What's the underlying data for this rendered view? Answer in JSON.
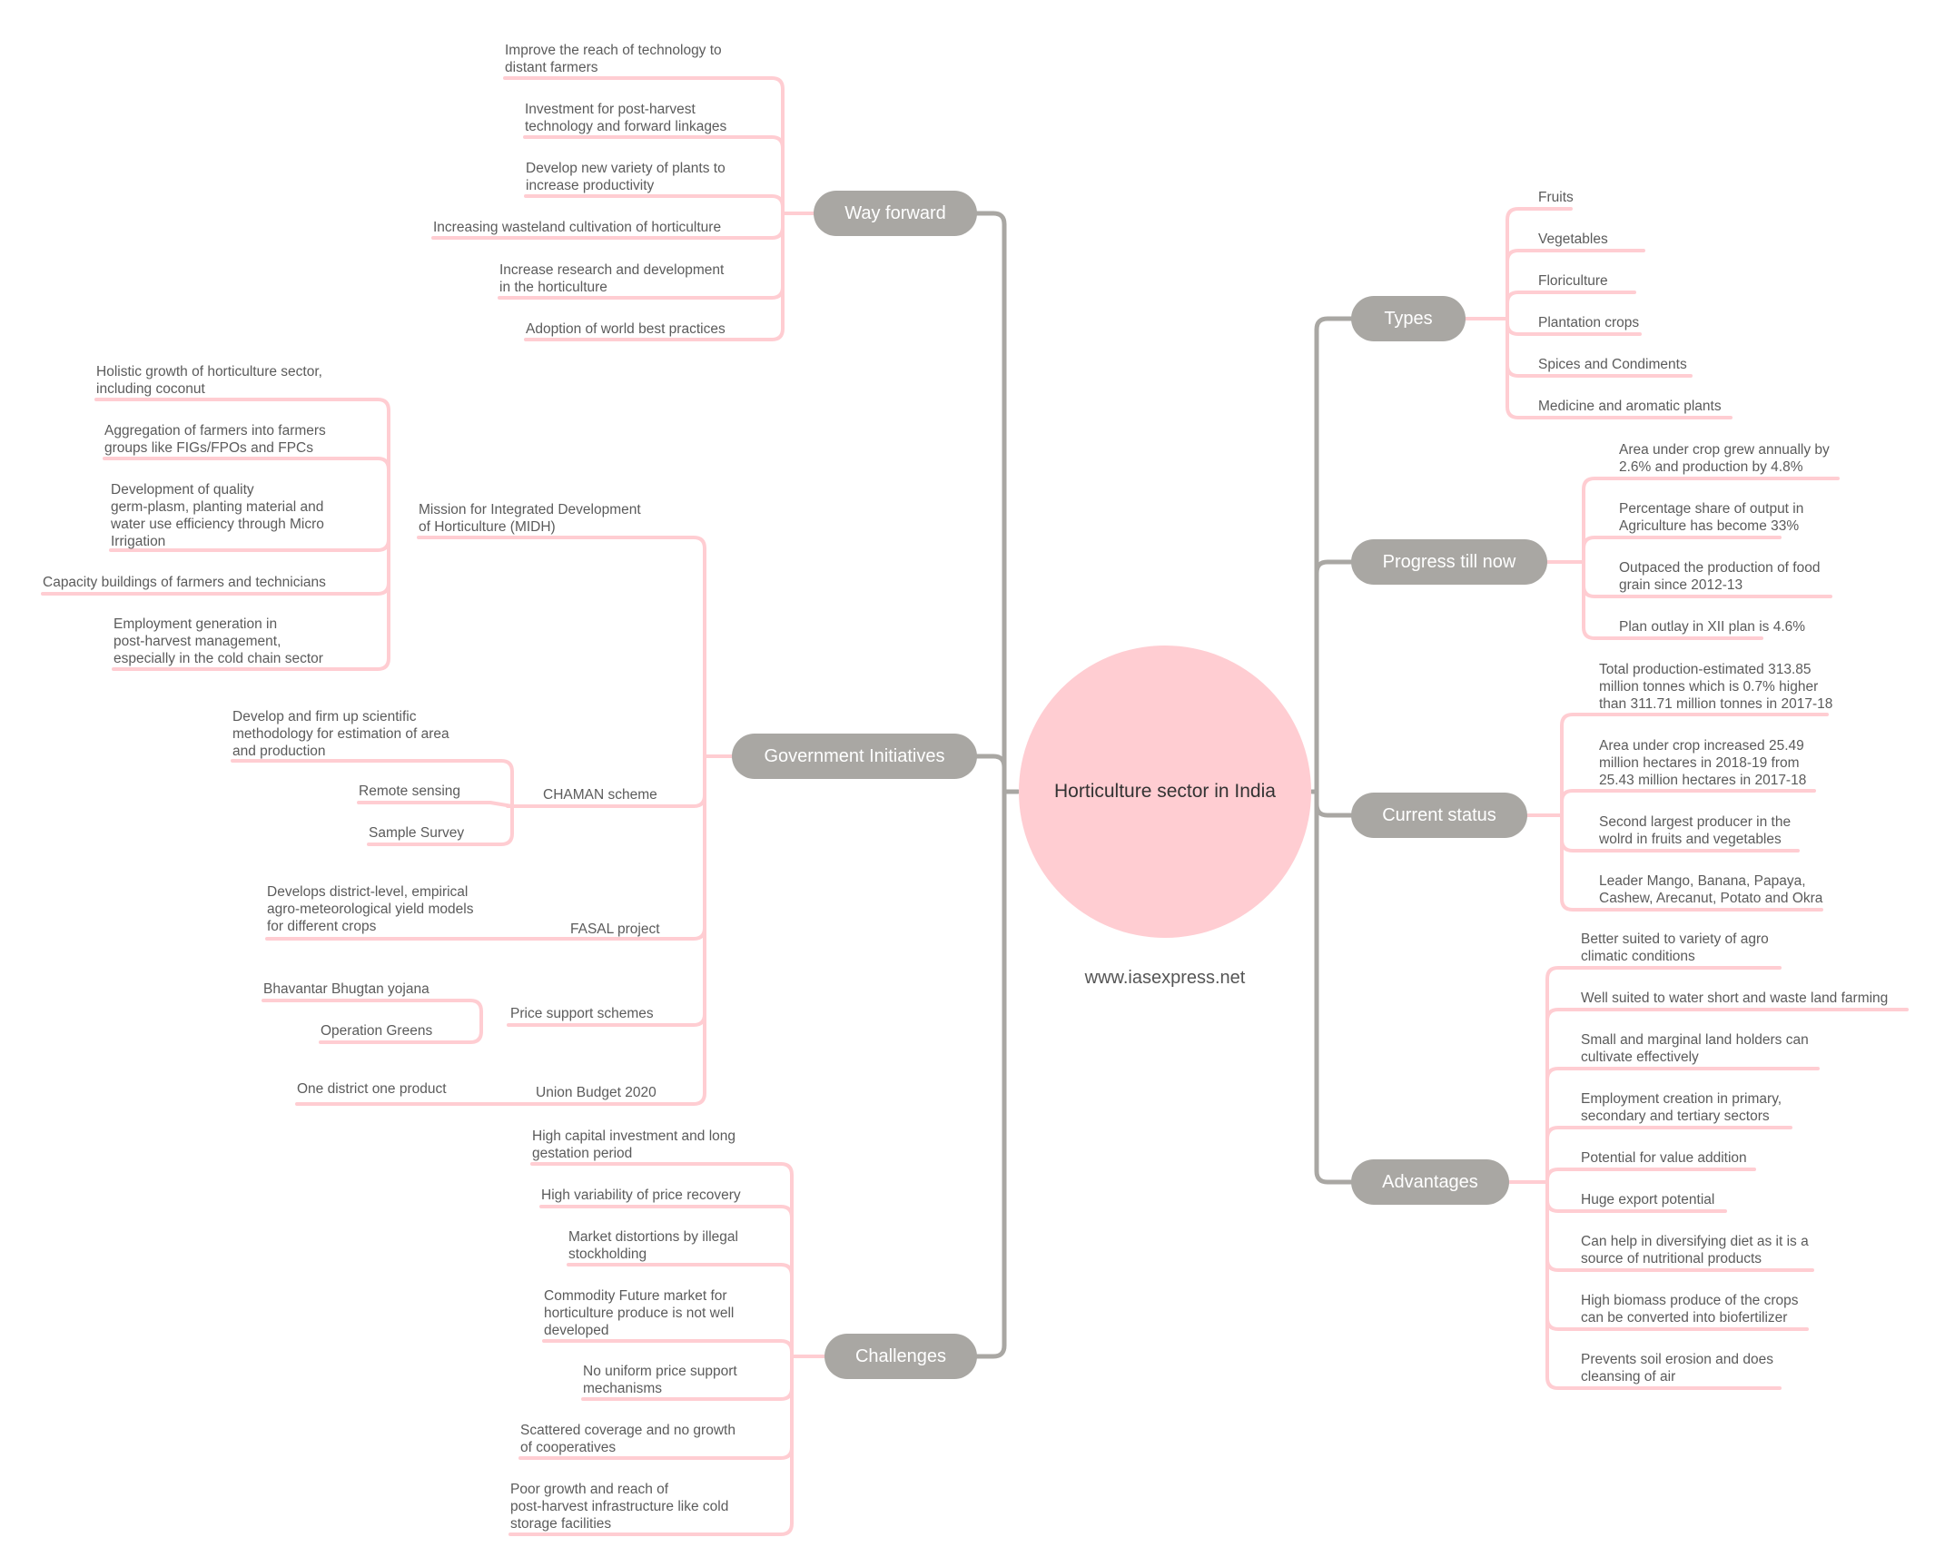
{
  "title": "Horticulture sector in India",
  "watermark": "www.iasexpress.net",
  "colors": {
    "branch": "#a9a7a3",
    "leaf_line": "#ffcdd2",
    "center": "#ffcdd2"
  },
  "branches": {
    "way_forward": {
      "label": "Way forward",
      "items": [
        "Improve the reach of technology to\ndistant farmers",
        "Investment for post-harvest\ntechnology and forward linkages",
        "Develop new variety of plants to\nincrease productivity",
        "Increasing wasteland cultivation of horticulture",
        "Increase research and development\nin the horticulture",
        "Adoption of world best practices"
      ]
    },
    "government_initiatives": {
      "label": "Government Initiatives",
      "midh": {
        "label": "Mission for Integrated Development\nof Horticulture (MIDH)",
        "items": [
          "Holistic growth of horticulture sector,\nincluding coconut",
          "Aggregation of farmers into farmers\ngroups like FIGs/FPOs and FPCs",
          "Development of quality\ngerm-plasm, planting material and\nwater use efficiency through Micro\nIrrigation",
          "Capacity buildings of farmers and technicians",
          "Employment generation in\npost-harvest management,\nespecially in the cold chain sector"
        ]
      },
      "chaman": {
        "label": "CHAMAN scheme",
        "items": [
          "Develop and firm up scientific\nmethodology for estimation of area\nand production",
          "Remote sensing",
          "Sample Survey"
        ]
      },
      "fasal": {
        "label": "FASAL project",
        "items": [
          "Develops district-level, empirical\nagro-meteorological yield models\nfor different crops"
        ]
      },
      "price_support": {
        "label": "Price support schemes",
        "items": [
          "Bhavantar Bhugtan yojana",
          "Operation Greens"
        ]
      },
      "union_budget": {
        "label": "Union Budget 2020",
        "items": [
          "One district one product"
        ]
      }
    },
    "challenges": {
      "label": "Challenges",
      "items": [
        "High capital investment and long\ngestation period",
        "High variability of price recovery",
        "Market distortions by illegal\nstockholding",
        "Commodity Future market for\nhorticulture produce is not well\ndeveloped",
        "No uniform price support\nmechanisms",
        "Scattered coverage and no growth\nof cooperatives",
        "Poor growth and reach of\npost-harvest infrastructure  like cold\nstorage facilities"
      ]
    },
    "types": {
      "label": "Types",
      "items": [
        "Fruits",
        "Vegetables",
        "Floriculture",
        "Plantation crops",
        "Spices and Condiments",
        "Medicine and aromatic plants"
      ]
    },
    "progress": {
      "label": "Progress till now",
      "items": [
        "Area under crop grew annually by\n2.6% and production by 4.8%",
        "Percentage share of output in\nAgriculture has become 33%",
        "Outpaced the production of food\ngrain since 2012-13",
        "Plan outlay in XII plan is 4.6%"
      ]
    },
    "current_status": {
      "label": "Current status",
      "items": [
        "Total production-estimated 313.85\nmillion tonnes which is 0.7% higher\nthan 311.71 million tonnes in 2017-18",
        "Area under crop increased 25.49\nmillion hectares in 2018-19 from\n25.43 million hectares in 2017-18",
        "Second largest producer in the\nwolrd in fruits and vegetables",
        "Leader Mango, Banana, Papaya,\nCashew, Arecanut, Potato and Okra"
      ]
    },
    "advantages": {
      "label": "Advantages",
      "items": [
        "Better suited to variety of agro\nclimatic conditions",
        "Well suited to water short and waste land farming",
        "Small and marginal land holders can\ncultivate effectively",
        "Employment creation in primary,\nsecondary and tertiary sectors",
        "Potential for value addition",
        "Huge export potential",
        "Can help in diversifying diet as it is a\nsource of nutritional products",
        "High biomass produce of the crops\ncan be converted into biofertilizer",
        "Prevents soil erosion and does\ncleansing of air"
      ]
    }
  }
}
